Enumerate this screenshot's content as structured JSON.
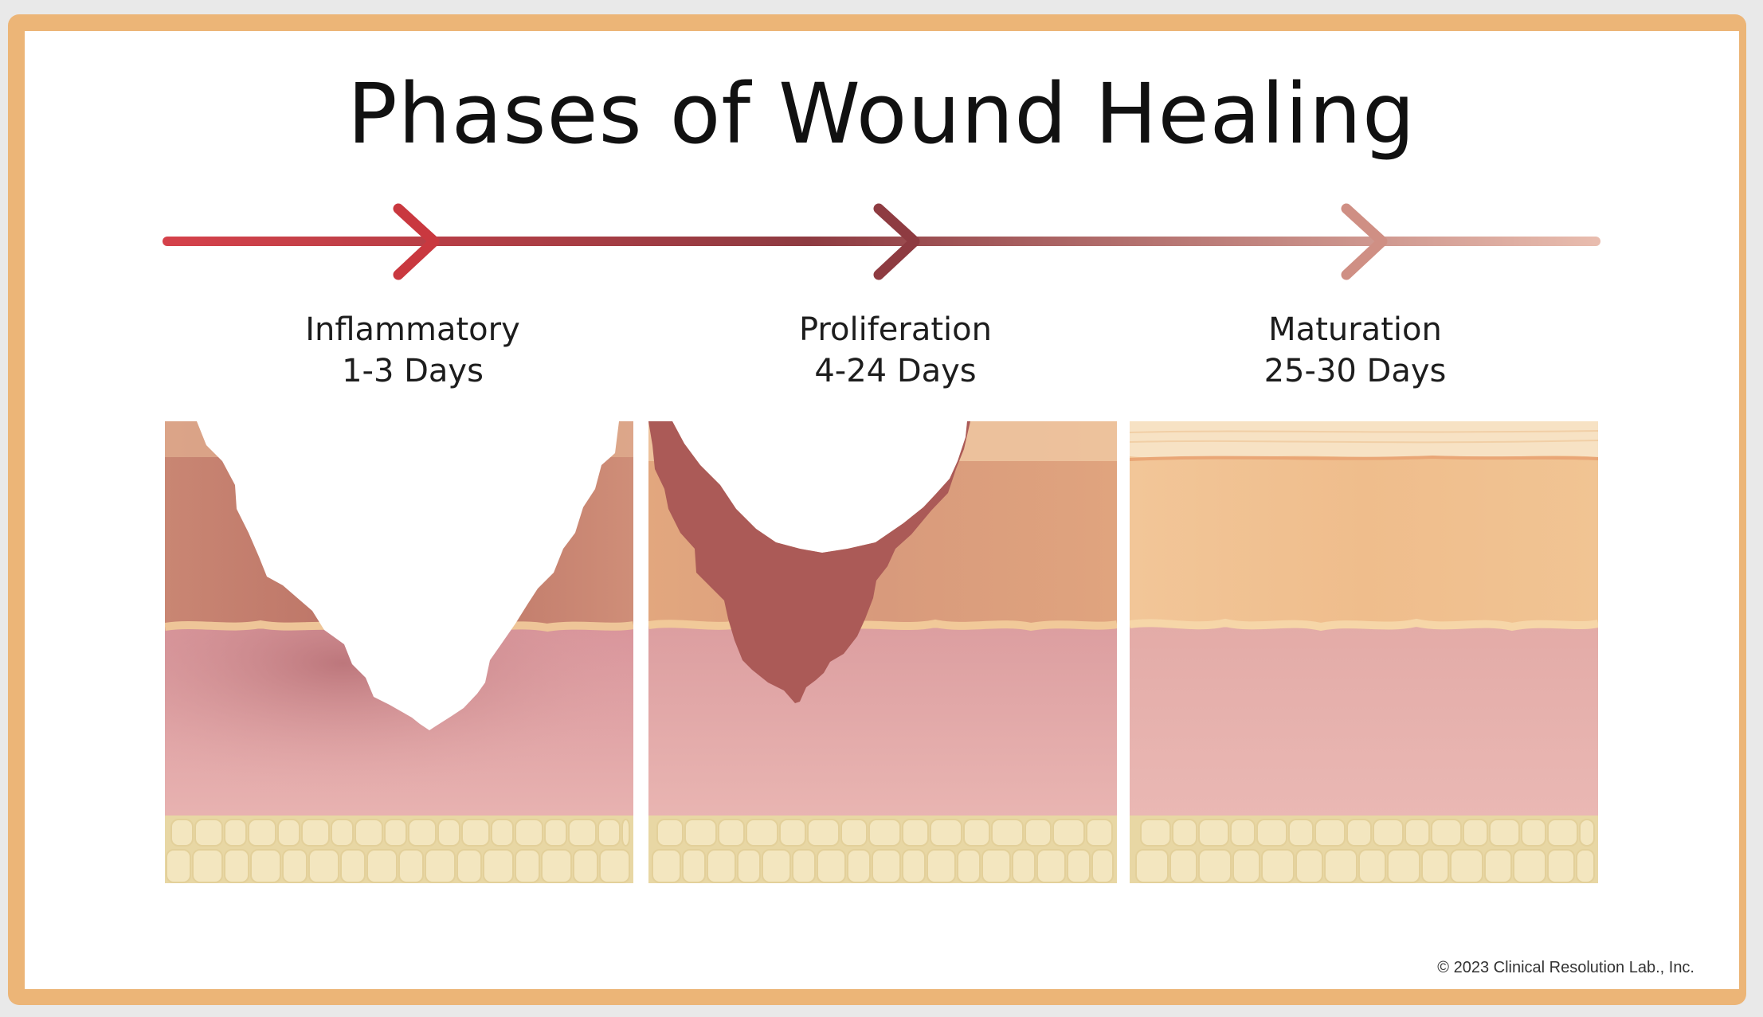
{
  "title": "Phases of Wound Healing",
  "phases": [
    {
      "name": "Inflammatory",
      "duration": "1-3 Days"
    },
    {
      "name": "Proliferation",
      "duration": "4-24 Days"
    },
    {
      "name": "Maturation",
      "duration": "25-30 Days"
    }
  ],
  "timeline_colors": [
    "#d23b45",
    "#8f3b40",
    "#e5b5a8"
  ],
  "layer_colors": {
    "epidermis": "#e9b38a",
    "dermis": "#e4a9a6",
    "wound_tissue": "#ab5a57",
    "fat_cells": "#f0e3b8",
    "frame": "#ecb577"
  },
  "copyright": "© 2023 Clinical Resolution Lab., Inc."
}
